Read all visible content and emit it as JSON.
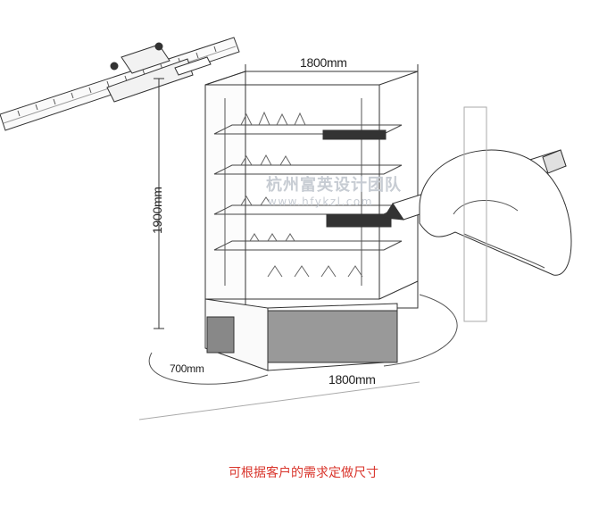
{
  "dimensions": {
    "top_width": "1800mm",
    "height": "1900mm",
    "depth": "700mm",
    "bottom_width": "1800mm"
  },
  "watermark": {
    "name": "杭州富英设计团队",
    "url": "www.hfykzl.com"
  },
  "caption": "可根据客户的需求定做尺寸",
  "colors": {
    "caption": "#d9342b",
    "line": "#333333",
    "watermark": "#c7ccd3"
  }
}
